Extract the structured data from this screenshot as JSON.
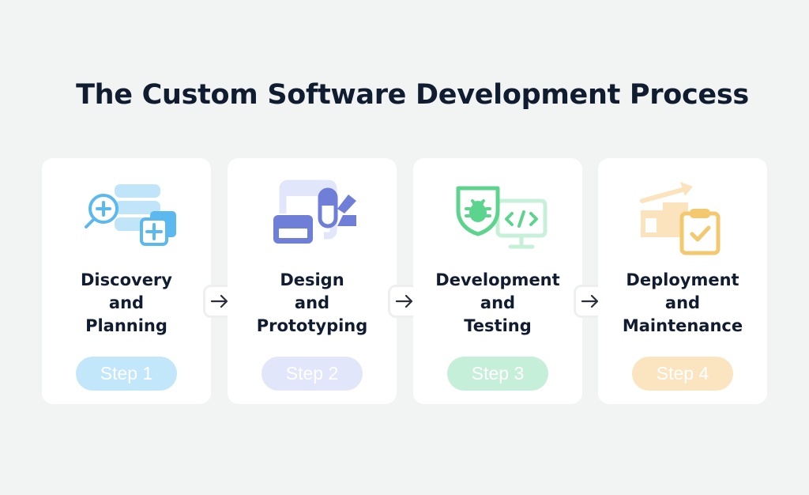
{
  "title": "The Custom Software Development Process",
  "steps": [
    {
      "label_lines": [
        "Discovery",
        "and",
        "Planning"
      ],
      "pill": "Step 1",
      "icon": "discovery-planning-icon",
      "accent": "#5cb9ef",
      "accent_light": "#c0e5f8",
      "pill_color": "#c2e6fa"
    },
    {
      "label_lines": [
        "Design",
        "and",
        "Prototyping"
      ],
      "pill": "Step 2",
      "icon": "design-prototyping-icon",
      "accent": "#6f7fd8",
      "accent_light": "#e2e6fa",
      "pill_color": "#e2e6fb"
    },
    {
      "label_lines": [
        "Development",
        "and",
        "Testing"
      ],
      "pill": "Step 3",
      "icon": "development-testing-icon",
      "accent": "#5dd48d",
      "accent_light": "#c7f0d8",
      "pill_color": "#c6efd9"
    },
    {
      "label_lines": [
        "Deployment",
        "and",
        "Maintenance"
      ],
      "pill": "Step 4",
      "icon": "deployment-maintenance-icon",
      "accent": "#f3c86e",
      "accent_light": "#fbe4bd",
      "pill_color": "#fbe5c0"
    }
  ],
  "connectors": [
    {
      "icon": "arrow-right-icon"
    },
    {
      "icon": "arrow-right-icon"
    },
    {
      "icon": "arrow-right-icon"
    }
  ]
}
